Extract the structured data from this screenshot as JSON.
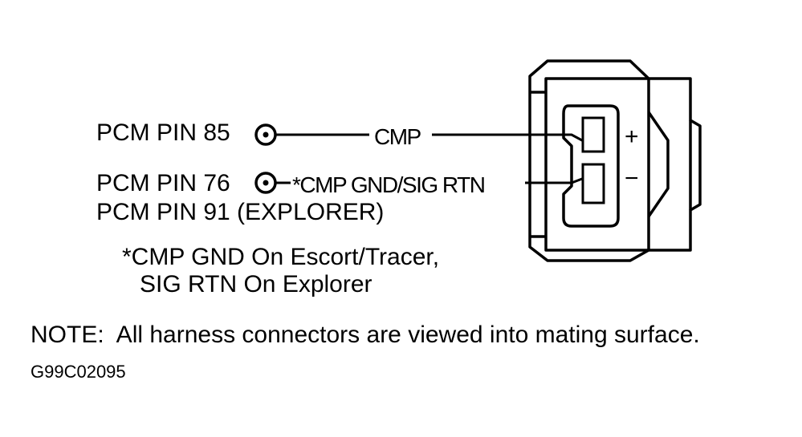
{
  "labels": {
    "pin85": "PCM PIN 85",
    "pin76": "PCM PIN 76",
    "pin91": "PCM PIN 91 (EXPLORER)",
    "cmp": "CMP",
    "cmp_gnd": "*CMP GND/SIG RTN",
    "plus": "+",
    "minus": "−"
  },
  "footnote": {
    "line1": "*CMP GND On Escort/Tracer,",
    "line2": "SIG RTN On Explorer"
  },
  "note": "NOTE:  All harness connectors are viewed into mating surface.",
  "figure_code": "G99C02095"
}
